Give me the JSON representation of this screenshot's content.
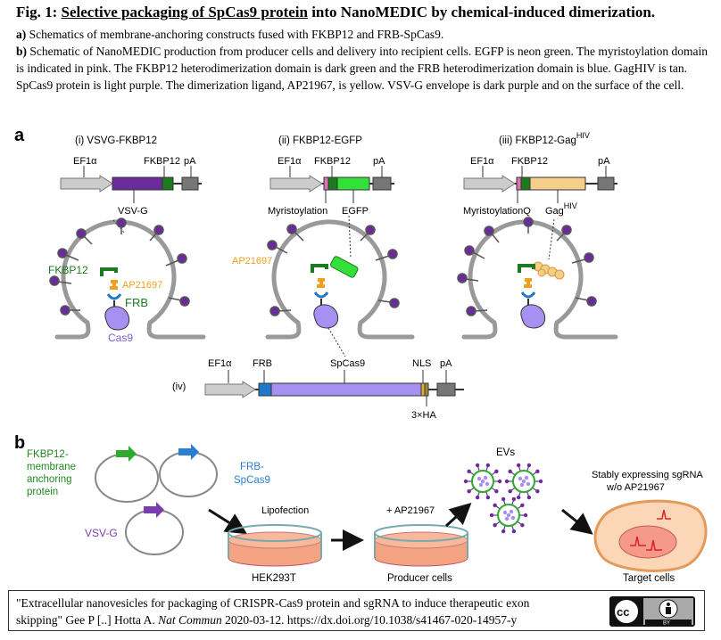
{
  "caption": {
    "fig_label": "Fig. 1:",
    "title_underlined": "Selective packaging of SpCas9 protein",
    "title_rest": " into NanoMEDIC by chemical-induced dimerization.",
    "a_label": "a)",
    "a_text": " Schematics of membrane-anchoring constructs fused with FKBP12 and FRB-SpCas9.",
    "b_label": "b)",
    "b_text": " Schematic of NanoMEDIC production from producer cells and delivery into recipient cells. EGFP is neon green. The myristoylation domain is indicated in pink. The FKBP12 heterodimerization domain is dark green and the FRB heterodimerization domain is blue. GagHIV is tan. SpCas9 protein is light purple. The dimerization ligand, AP21967, is yellow. VSV-G envelope is dark purple and on the surface of the cell."
  },
  "panel_a": {
    "label": "a",
    "construct_i": {
      "title": "(i) VSVG-FKBP12",
      "promoter": "EF1α",
      "fkbp": "FKBP12",
      "pa": "pA",
      "vsvg": "VSV-G"
    },
    "construct_ii": {
      "title": "(ii) FKBP12-EGFP",
      "promoter": "EF1α",
      "fkbp": "FKBP12",
      "pa": "pA",
      "myr": "Myristoylation",
      "egfp": "EGFP"
    },
    "construct_iii": {
      "title_main": "(iii) FKBP12-Gag",
      "title_sup": "HIV",
      "promoter": "EF1α",
      "fkbp": "FKBP12",
      "pa": "pA",
      "myr": "MyristoylationQ",
      "gag_main": "Gag",
      "gag_sup": "HIV"
    },
    "cell_i": {
      "fkbp": "FKBP12",
      "ligand": "AP21697",
      "frb": "FRB",
      "cas9": "Cas9"
    },
    "cell_ii": {
      "ligand": "AP21697"
    },
    "construct_iv": {
      "label": "(iv)",
      "promoter": "EF1α",
      "frb": "FRB",
      "spcas9": "SpCas9",
      "nls": "NLS",
      "pa": "pA",
      "ha": "3×HA"
    }
  },
  "panel_b": {
    "label": "b",
    "fkbp_plasmid": "FKBP12-membrane anchoring protein",
    "fkbp_lines": [
      "FKBP12-",
      "membrane",
      "anchoring",
      "protein"
    ],
    "frb_lines": [
      "FRB-",
      "SpCas9"
    ],
    "vsvg": "VSV-G",
    "lipofection": "Lipofection",
    "ligand_add": "+ AP21967",
    "evs": "EVs",
    "hek": "HEK293T",
    "producer": "Producer cells",
    "stable_lines": [
      "Stably expressing sgRNA",
      "w/o AP21967"
    ],
    "target": "Target cells"
  },
  "citation": {
    "line1": "\"Extracellular nanovesicles for packaging of CRISPR-Cas9 protein and sgRNA to induce therapeutic exon",
    "line2_pre": "skipping\" Gee P [..] Hotta A. ",
    "journal": "Nat Commun",
    "line2_post": " 2020-03-12. https://dx.doi.org/10.1038/s41467-020-14957-y",
    "license": "BY"
  },
  "colors": {
    "vsvg": "#6a2c9a",
    "fkbp": "#1e7a1e",
    "frb": "#1f78c8",
    "egfp": "#33e03a",
    "myr": "#e070b0",
    "gag": "#f5cf8a",
    "cas9": "#a690f2",
    "ligand": "#f0a020",
    "backbone": "#333333"
  }
}
